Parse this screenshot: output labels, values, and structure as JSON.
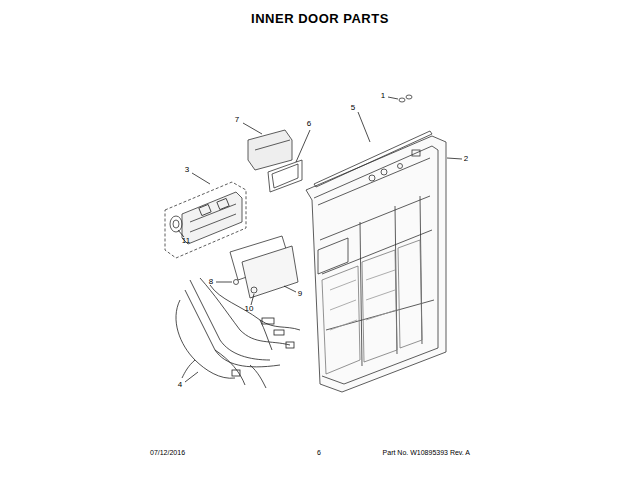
{
  "diagram": {
    "title": "INNER DOOR PARTS",
    "labels": [
      "1",
      "2",
      "3",
      "4",
      "5",
      "6",
      "7",
      "8",
      "9",
      "10",
      "11",
      "07/12/2016",
      "6",
      "Part No. W10895393 Rev. A"
    ]
  }
}
